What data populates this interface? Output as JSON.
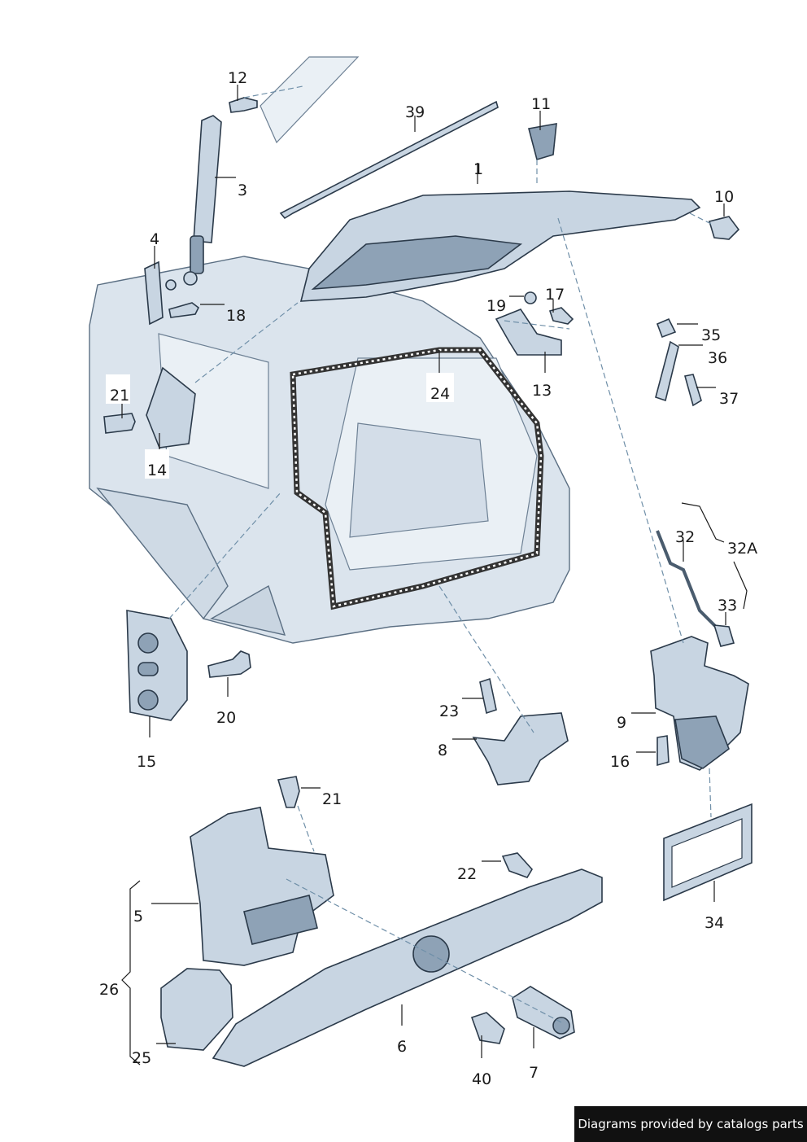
{
  "labels": {
    "l1": "1",
    "l3": "3",
    "l4": "4",
    "l5": "5",
    "l6": "6",
    "l7": "7",
    "l8": "8",
    "l9": "9",
    "l10": "10",
    "l11": "11",
    "l12": "12",
    "l13": "13",
    "l14": "14",
    "l15": "15",
    "l16": "16",
    "l17": "17",
    "l18": "18",
    "l19": "19",
    "l20": "20",
    "l21a": "21",
    "l21b": "21",
    "l22": "22",
    "l23": "23",
    "l24": "24",
    "l25": "25",
    "l26": "26",
    "l32": "32",
    "l32a": "32A",
    "l33": "33",
    "l34": "34",
    "l35": "35",
    "l36": "36",
    "l37": "37",
    "l39": "39",
    "l40": "40"
  },
  "credit": "Diagrams provided by catalogs parts",
  "colors": {
    "part_fill": "#c8d5e2",
    "outline": "#2b3a4a",
    "body_fill": "#dbe4ed",
    "reference_line": "#6f8fa8"
  }
}
